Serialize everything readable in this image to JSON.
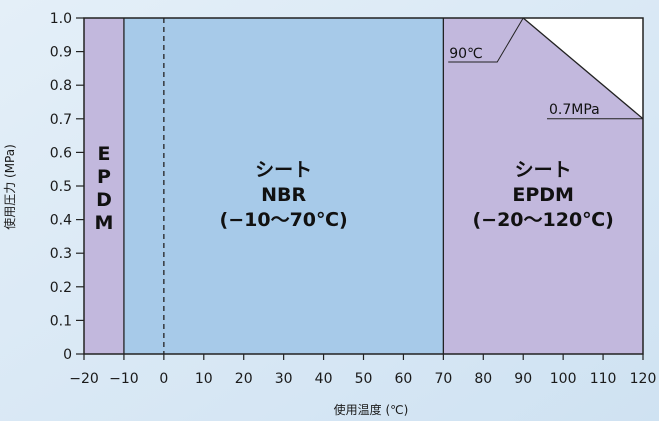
{
  "chart_data": {
    "type": "area",
    "title": "",
    "xlabel": "使用温度 (℃)",
    "ylabel": "使用圧力 (MPa)",
    "xlim": [
      -20,
      120
    ],
    "ylim": [
      0,
      1.0
    ],
    "x_ticks": [
      "−20",
      "−10",
      "0",
      "10",
      "20",
      "30",
      "40",
      "50",
      "60",
      "70",
      "80",
      "90",
      "100",
      "110",
      "120"
    ],
    "y_ticks": [
      "0",
      "0.1",
      "0.2",
      "0.3",
      "0.4",
      "0.5",
      "0.6",
      "0.7",
      "0.8",
      "0.9",
      "1.0"
    ],
    "regions": [
      {
        "id": "edpm-left",
        "label_lines": [
          "E",
          "P",
          "D",
          "M"
        ],
        "x": [
          -20,
          -10
        ],
        "color": "#c2b8dd"
      },
      {
        "id": "nbr",
        "label_lines": [
          "シート",
          "NBR",
          "(−10〜70℃)"
        ],
        "x": [
          -10,
          70
        ],
        "color": "#a7cae9"
      },
      {
        "id": "epdm-right",
        "label_lines": [
          "シート",
          "EPDM",
          "(−20〜120℃)"
        ],
        "x": [
          70,
          120
        ],
        "color": "#c2b8dd"
      }
    ],
    "boundary": [
      [
        70,
        1.0
      ],
      [
        90,
        1.0
      ],
      [
        120,
        0.7
      ],
      [
        120,
        0
      ]
    ],
    "dashed_line_x": 0,
    "annotations": [
      {
        "id": "ann-90",
        "text": "90℃",
        "point": [
          90,
          1.0
        ]
      },
      {
        "id": "ann-07",
        "text": "0.7MPa",
        "point": [
          120,
          0.7
        ]
      }
    ]
  }
}
